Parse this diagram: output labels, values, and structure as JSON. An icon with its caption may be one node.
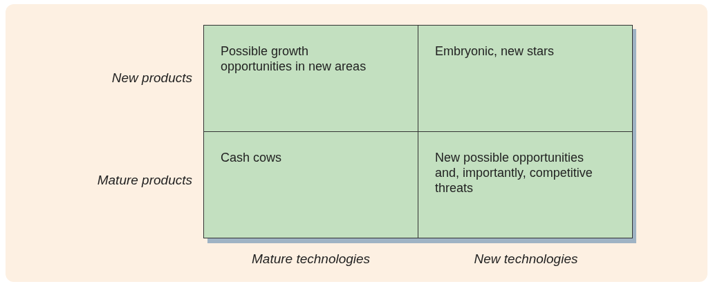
{
  "diagram": {
    "nodes": [
      {
        "text": [
          "Possible growth opportunities in new areas"
        ]
      },
      {
        "text": [
          "Embryonic, new stars"
        ]
      },
      {
        "text": [
          "Cash cows"
        ]
      },
      {
        "text": [
          "New possible opportunities and, importantly, competitive threats"
        ]
      }
    ],
    "labels": [
      "New products",
      "Mature products",
      "Mature technologies",
      "New technologies"
    ]
  }
}
